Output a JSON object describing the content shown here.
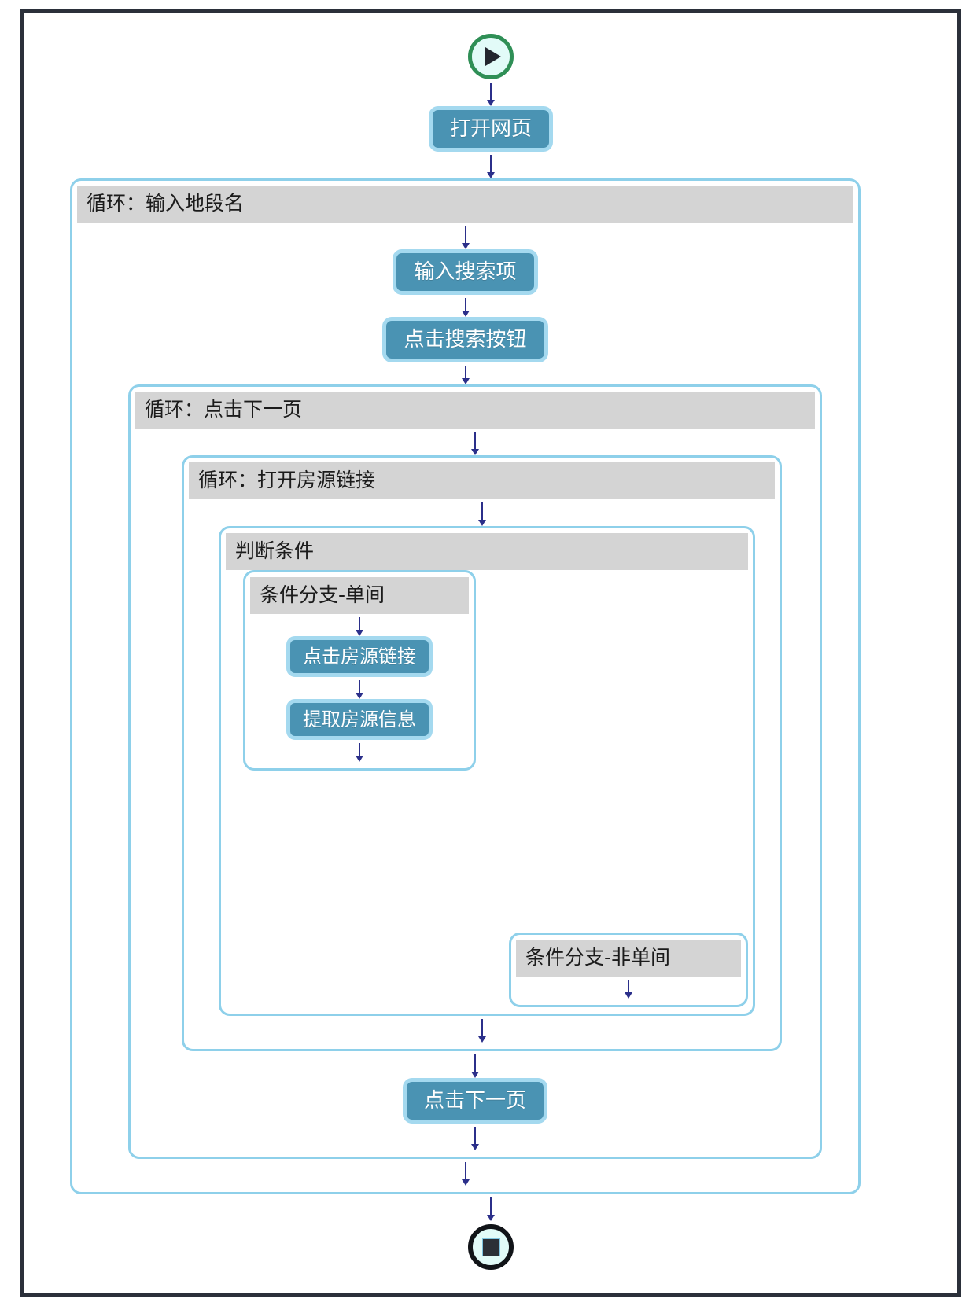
{
  "diagram": {
    "type": "flowchart",
    "title": "",
    "colors": {
      "frame": "#2b303a",
      "container_border": "#8ed0ea",
      "container_header_bg": "#d4d4d4",
      "action_fill": "#4a93b3",
      "action_border": "#a4d9ef",
      "action_text": "#ffffff",
      "arrow": "#2b2f8a",
      "start_ring": "#2f8f56",
      "end_ring": "#111418",
      "terminator_fill": "#e2fbf8"
    },
    "start_node": {
      "icon": "play-icon",
      "label": ""
    },
    "end_node": {
      "icon": "stop-icon",
      "label": ""
    },
    "steps": {
      "open_page": "打开网页",
      "input_search_term": "输入搜索项",
      "click_search_button": "点击搜索按钮",
      "click_listing_link": "点击房源链接",
      "extract_listing_info": "提取房源信息",
      "click_next_page": "点击下一页"
    },
    "loops": {
      "district": "循环：输入地段名",
      "next_page": "循环：点击下一页",
      "listing_link": "循环：打开房源链接"
    },
    "condition": {
      "header": "判断条件",
      "branch_single": "条件分支-单间",
      "branch_non_single": "条件分支-非单间"
    }
  }
}
